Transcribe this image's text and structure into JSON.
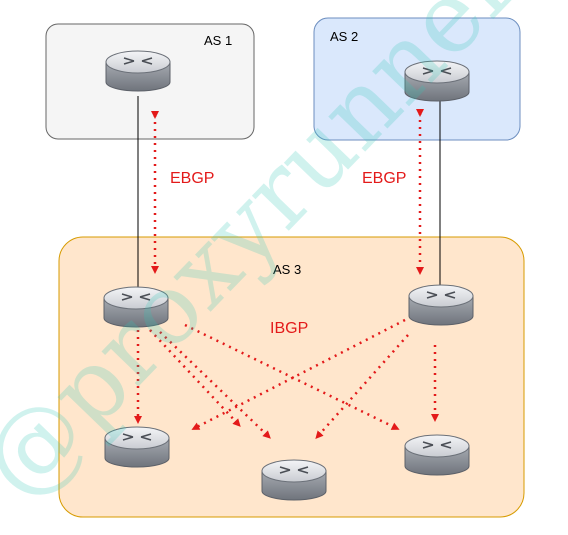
{
  "autonomous_systems": [
    {
      "id": "as1",
      "label": "AS 1",
      "fill": "#f5f5f5",
      "stroke": "#666666"
    },
    {
      "id": "as2",
      "label": "AS 2",
      "fill": "#dae8fc",
      "stroke": "#6c8ebf"
    },
    {
      "id": "as3",
      "label": "AS 3",
      "fill": "#ffe6cc",
      "stroke": "#d79b00"
    }
  ],
  "protocols": {
    "ebgp_left": "EBGP",
    "ebgp_right": "EBGP",
    "ibgp": "IBGP"
  },
  "colors": {
    "arrow": "#e31a1a",
    "link": "#000000",
    "router_top": "#e8e9ec",
    "router_side": "#8f949c",
    "watermark": "#2fc7b7"
  },
  "watermark": "@proxyrunner"
}
